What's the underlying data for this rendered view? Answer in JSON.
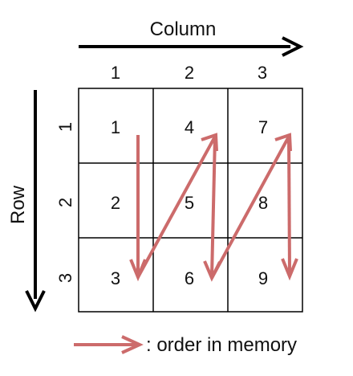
{
  "column_axis": {
    "title": "Column",
    "labels": [
      "1",
      "2",
      "3"
    ]
  },
  "row_axis": {
    "title": "Row",
    "labels": [
      "1",
      "2",
      "3"
    ]
  },
  "grid": {
    "cells": [
      [
        "1",
        "4",
        "7"
      ],
      [
        "2",
        "5",
        "8"
      ],
      [
        "3",
        "6",
        "9"
      ]
    ]
  },
  "legend": {
    "text": ": order in memory"
  },
  "colors": {
    "arrow": "#cc6b6b",
    "axis": "#000000",
    "grid": "#000000"
  },
  "icons": {
    "column_direction": "arrow-right-icon",
    "row_direction": "arrow-down-icon",
    "memory_order": "arrow-right-icon"
  }
}
